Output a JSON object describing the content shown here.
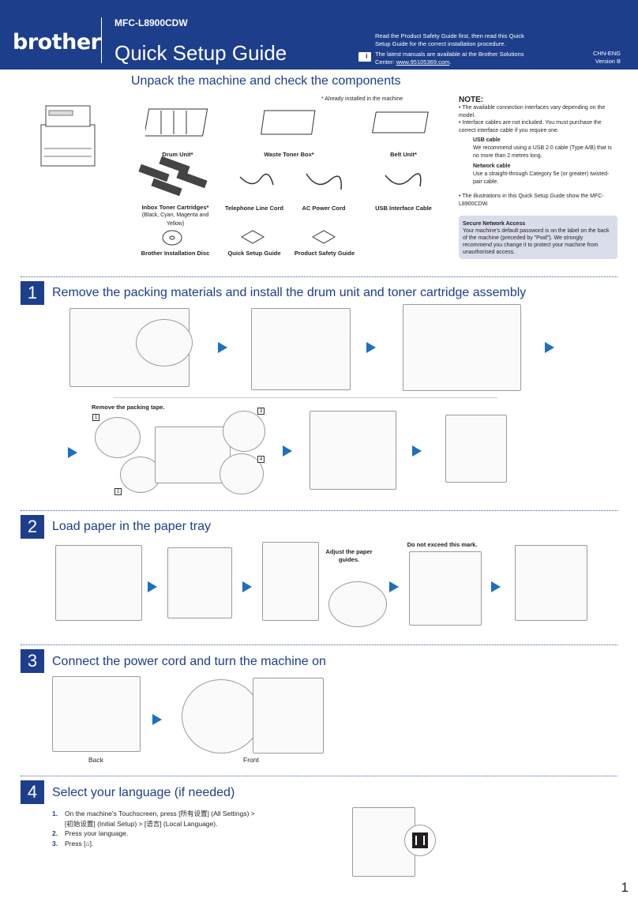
{
  "header": {
    "logo": "brother",
    "model": "MFC-L8900CDW",
    "title": "Quick Setup Guide",
    "safety_note": "Read the Product Safety Guide first, then read this Quick Setup Guide for the correct installation procedure.",
    "manuals_text": "The latest manuals are available at the Brother Solutions Center:",
    "manuals_url": "www.95105369.com",
    "lang_code": "CHN-ENG",
    "version": "Version B"
  },
  "unpack": {
    "title": "Unpack the machine and check the components",
    "installed_note": "* Already installed in the machine",
    "components": [
      {
        "label": "Drum Unit*"
      },
      {
        "label": "Waste Toner Box*"
      },
      {
        "label": "Belt Unit*"
      },
      {
        "label": "Inbox Toner Cartridges*",
        "sub": "(Black, Cyan, Magenta and Yellow)"
      },
      {
        "label": "Telephone Line Cord"
      },
      {
        "label": "AC Power Cord"
      },
      {
        "label": "USB Interface Cable"
      },
      {
        "label": "Brother Installation Disc"
      },
      {
        "label": "Quick Setup Guide"
      },
      {
        "label": "Product Safety Guide"
      }
    ]
  },
  "note": {
    "heading": "NOTE:",
    "bullet1": "• The available connection interfaces vary depending on the model.",
    "bullet2": "• Interface cables are not included. You must purchase the correct interface cable if you require one.",
    "usb_h": "USB cable",
    "usb_t": "We recommend using a USB 2.0 cable (Type A/B) that is no more than 2 metres long.",
    "net_h": "Network cable",
    "net_t": "Use a straight-through Category 5e (or greater) twisted-pair cable.",
    "bullet3": "• The illustrations in this Quick Setup Guide show the MFC-L8900CDW.",
    "secure_h": "Secure Network Access",
    "secure_t": "Your machine's default password is on the label on the back of the machine (preceded by \"Pwd\"). We strongly recommend you change it to protect your machine from unauthorised access."
  },
  "steps": [
    {
      "num": "1",
      "title": "Remove the packing materials and install the drum unit and toner cartridge assembly",
      "caption": "Remove the packing tape.",
      "markers": [
        "1",
        "2",
        "3",
        "4"
      ]
    },
    {
      "num": "2",
      "title": "Load paper in the paper tray",
      "guides_label": "Adjust the paper guides.",
      "mark_label": "Do not exceed this mark."
    },
    {
      "num": "3",
      "title": "Connect the power cord and turn the machine on",
      "back_label": "Back",
      "front_label": "Front"
    },
    {
      "num": "4",
      "title": "Select your language (if needed)",
      "items": [
        {
          "n": "1.",
          "text": "On the machine's Touchscreen, press [所有设置] (All Settings) >"
        },
        {
          "n": "",
          "text": "[初始设置] (Initial Setup) > [语言] (Local Language)."
        },
        {
          "n": "2.",
          "text": "Press your language."
        },
        {
          "n": "3.",
          "text": "Press [⌂]."
        }
      ]
    }
  ],
  "page_number": "1",
  "colors": {
    "brand": "#1d3e8a",
    "accent": "#1d6fc2",
    "note_bg": "#d9dceb"
  }
}
